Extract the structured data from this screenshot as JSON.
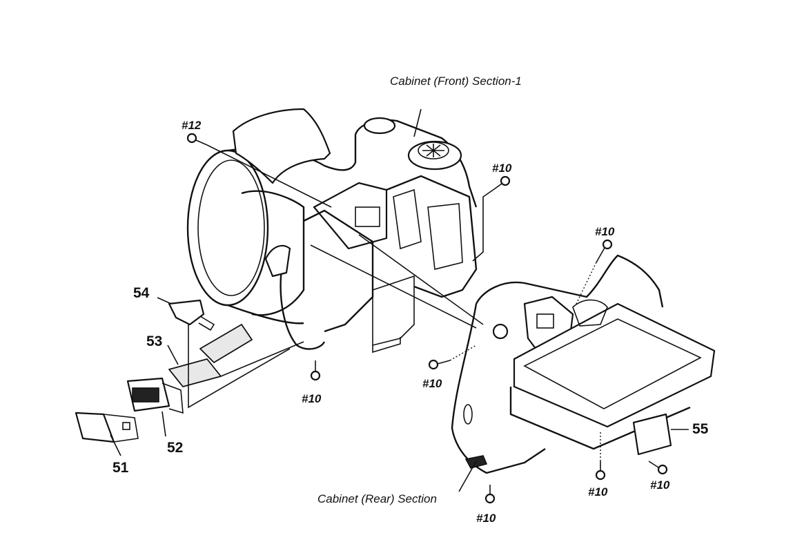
{
  "labels": {
    "cabinet_front": "Cabinet (Front) Section-1",
    "cabinet_rear": "Cabinet (Rear) Section"
  },
  "screws": {
    "s12": "#12",
    "s10_a": "#10",
    "s10_b": "#10",
    "s10_c": "#10",
    "s10_d": "#10",
    "s10_e": "#10",
    "s10_f": "#10",
    "s10_g": "#10"
  },
  "parts": {
    "p51": "51",
    "p52": "52",
    "p53": "53",
    "p54": "54",
    "p55": "55"
  }
}
